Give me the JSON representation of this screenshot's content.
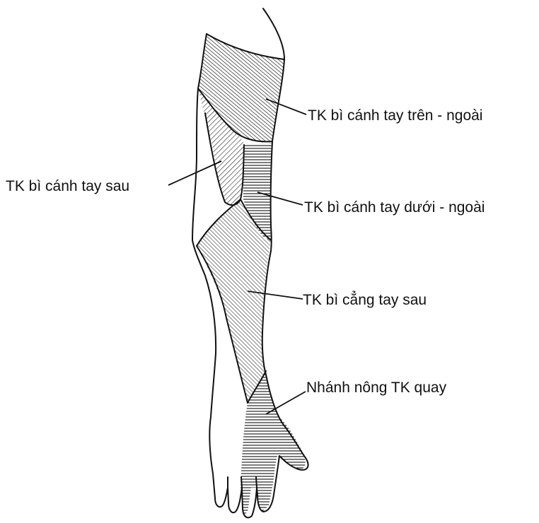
{
  "labels": {
    "upper_lateral": "TK bì cánh tay trên - ngoài",
    "posterior_arm": "TK bì cánh tay sau",
    "lower_lateral": "TK bì cánh tay dưới - ngoài",
    "posterior_forearm": "TK bì cẳng tay sau",
    "superficial_radial": "Nhánh nông TK quay"
  },
  "colors": {
    "ink": "#111111",
    "background": "#ffffff"
  }
}
